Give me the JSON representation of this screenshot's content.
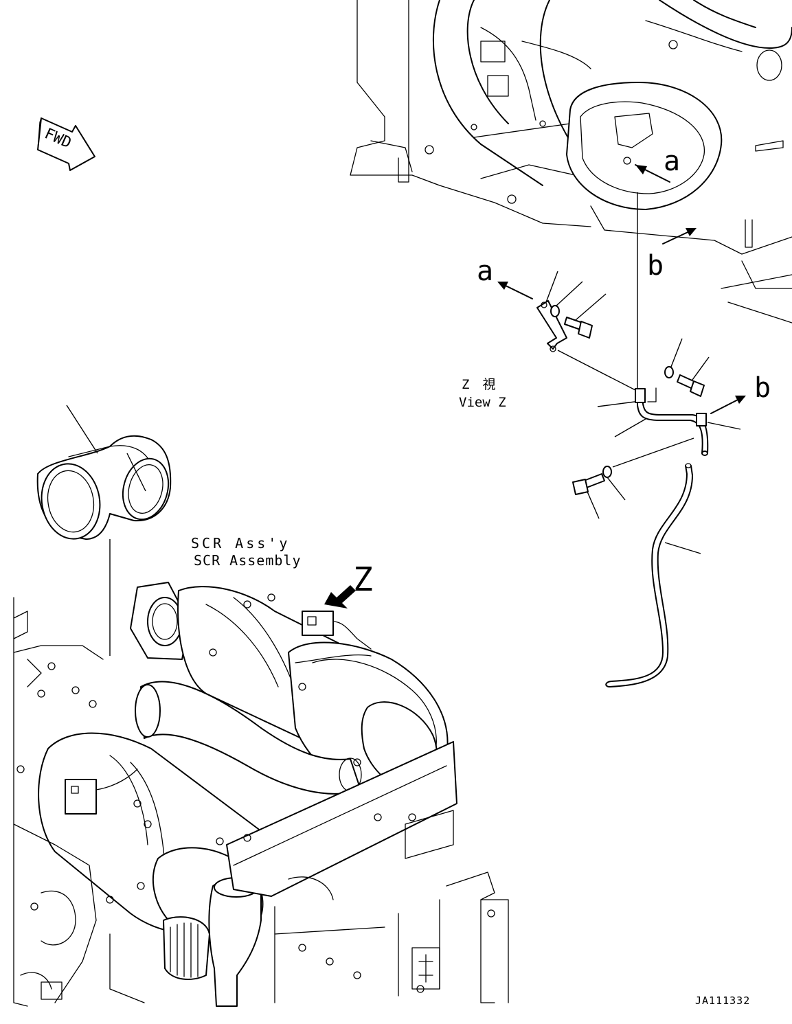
{
  "labels": {
    "fwd": "FWD",
    "ref_a": "a",
    "ref_b": "b",
    "ref_z": "Z",
    "view_z_jp": "Z　視",
    "view_z_en": "View Z",
    "scr_line1": "SCR Ass'y",
    "scr_line2": "SCR Assembly",
    "drawing_number": "JA111332"
  },
  "colors": {
    "ink": "#000000",
    "paper": "#ffffff"
  },
  "icons": {
    "fwd_arrow": "forward-arrow-icon",
    "view_arrow": "view-direction-arrow-icon"
  }
}
